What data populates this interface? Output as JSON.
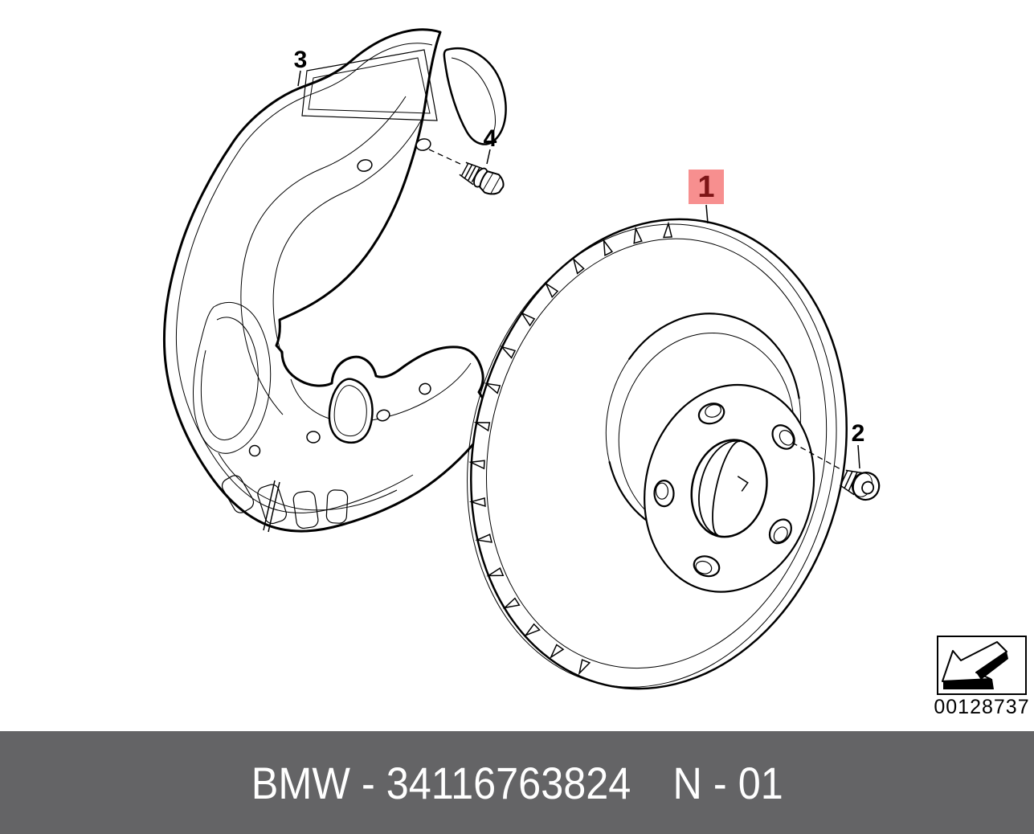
{
  "diagram": {
    "callouts": [
      {
        "number": "1",
        "highlighted": true
      },
      {
        "number": "2",
        "highlighted": false
      },
      {
        "number": "3",
        "highlighted": false
      },
      {
        "number": "4",
        "highlighted": false
      }
    ],
    "image_number": "00128737",
    "colors": {
      "line": "#000000",
      "background": "#ffffff",
      "highlight_bg": "#f78f8f",
      "highlight_text": "#7d1416"
    }
  },
  "footer": {
    "part_label": "BMW - 34116763824",
    "revision": "N - 01",
    "colors": {
      "bg": "#646466",
      "text": "#ffffff"
    }
  }
}
